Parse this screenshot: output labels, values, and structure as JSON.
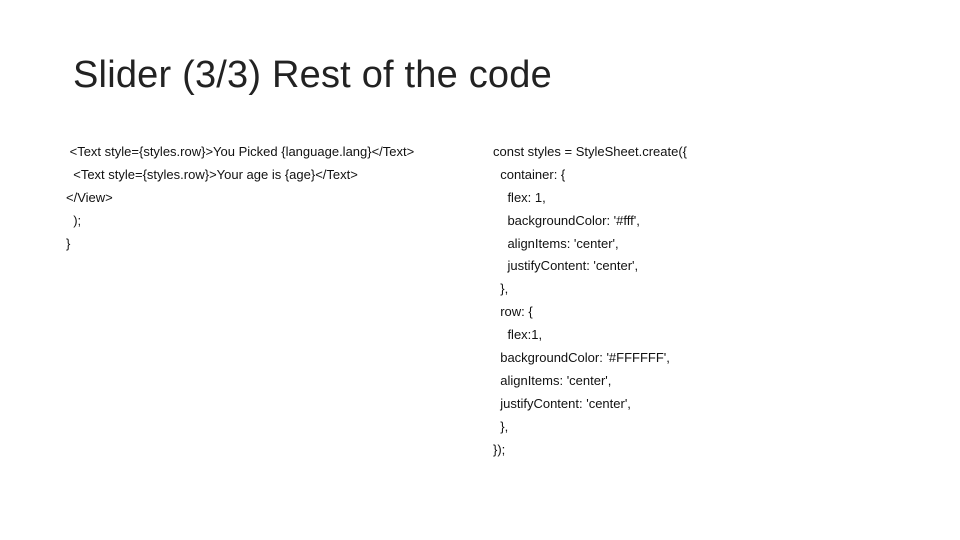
{
  "slide": {
    "title": "Slider (3/3) Rest of the code"
  },
  "left_code": [
    " <Text style={styles.row}>You Picked {language.lang}</Text>",
    "  <Text style={styles.row}>Your age is {age}</Text>",
    "</View>",
    "  );",
    "}"
  ],
  "right_code": [
    "const styles = StyleSheet.create({",
    "  container: {",
    "    flex: 1,",
    "    backgroundColor: '#fff',",
    "    alignItems: 'center',",
    "    justifyContent: 'center',",
    "  },",
    "  row: {",
    "    flex:1,",
    "  backgroundColor: '#FFFFFF',",
    "  alignItems: 'center',",
    "  justifyContent: 'center',",
    "  },",
    "});"
  ]
}
